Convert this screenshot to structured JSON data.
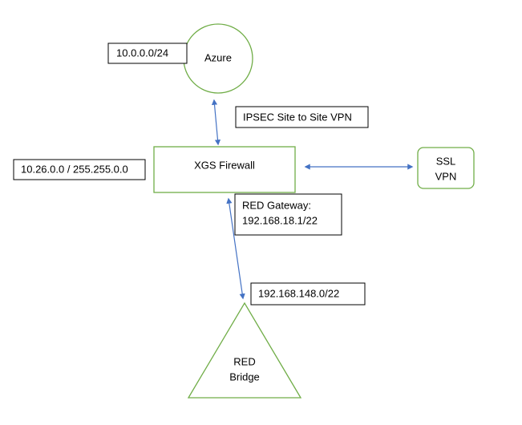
{
  "nodes": {
    "azure": {
      "label": "Azure"
    },
    "firewall": {
      "label": "XGS Firewall"
    },
    "ssl_vpn": {
      "label_line1": "SSL",
      "label_line2": "VPN"
    },
    "red_bridge": {
      "label_line1": "RED",
      "label_line2": "Bridge"
    }
  },
  "callouts": {
    "azure_subnet": "10.0.0.0/24",
    "ipsec": "IPSEC Site to Site VPN",
    "firewall_subnet": "10.26.0.0 / 255.255.0.0",
    "red_gateway_line1": "RED Gateway:",
    "red_gateway_line2": "192.168.18.1/22",
    "red_subnet": "192.168.148.0/22"
  },
  "colors": {
    "node_stroke": "#70AD47",
    "connector": "#4472C4",
    "callout_stroke": "#000000"
  }
}
